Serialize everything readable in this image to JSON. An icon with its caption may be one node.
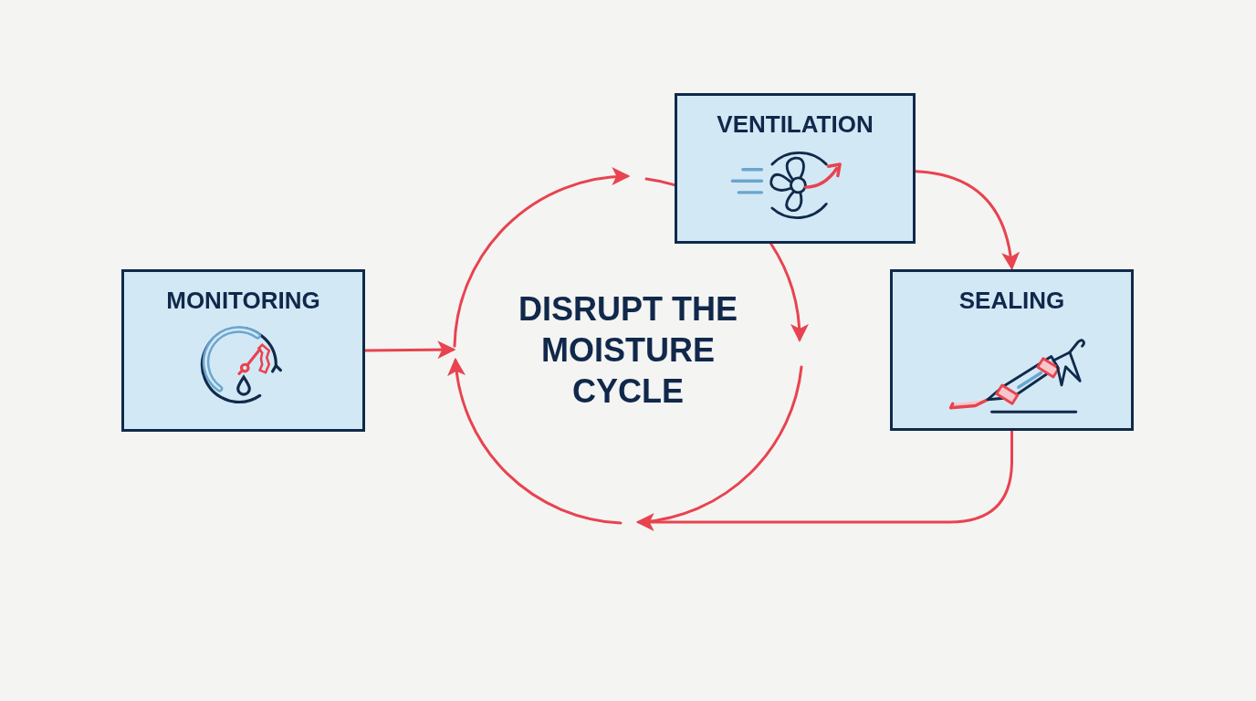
{
  "diagram": {
    "nodes": [
      {
        "text": [
          "MONITORING"
        ]
      },
      {
        "text": [
          "VENTILATION"
        ]
      },
      {
        "text": [
          "SEALING"
        ]
      },
      {
        "text": [
          "DISRUPT THE MOISTURE CYCLE"
        ]
      }
    ],
    "edges": [
      {
        "from": 0,
        "to": 3,
        "arrow": "to"
      },
      {
        "from": 1,
        "to": 2,
        "arrow": "to"
      },
      {
        "from": 2,
        "to": 3,
        "arrow": "to"
      },
      {
        "from": 3,
        "to": null,
        "arrow": "to"
      },
      {
        "from": 1,
        "to": 3,
        "arrow": "to"
      },
      {
        "from": 3,
        "to": null,
        "arrow": "none"
      },
      {
        "from": null,
        "to": 3,
        "arrow": "to"
      },
      {
        "from": null,
        "to": 1,
        "arrow": "none"
      }
    ]
  }
}
